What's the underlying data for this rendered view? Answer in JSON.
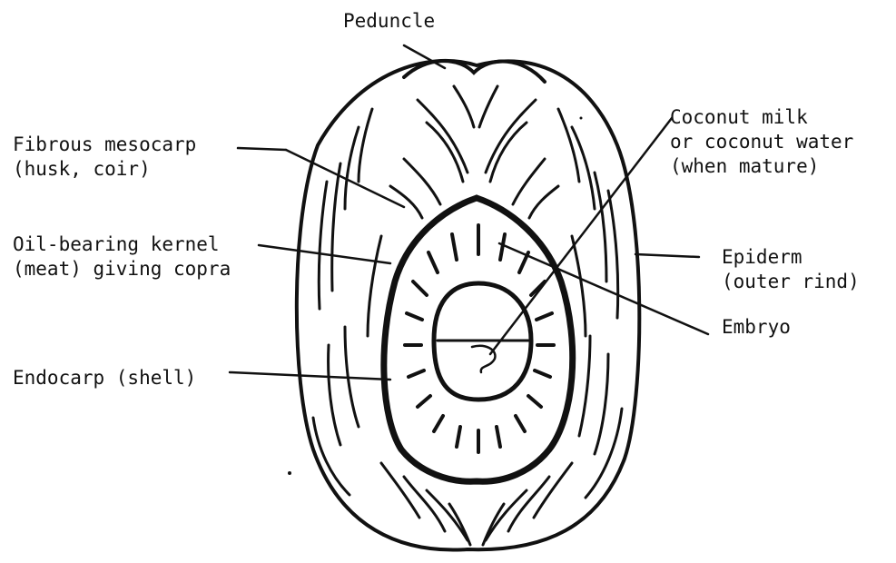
{
  "diagram": {
    "labels": {
      "peduncle": "Peduncle",
      "mesocarp_line1": "Fibrous mesocarp",
      "mesocarp_line2": "(husk, coir)",
      "kernel_line1": "Oil-bearing kernel",
      "kernel_line2": "(meat) giving copra",
      "endocarp": "Endocarp (shell)",
      "milk_line1": "Coconut milk",
      "milk_line2": "or coconut water",
      "milk_line3": "(when mature)",
      "epiderm_line1": "Epiderm",
      "epiderm_line2": "(outer rind)",
      "embryo": "Embryo"
    },
    "ink_color": "#111111"
  }
}
